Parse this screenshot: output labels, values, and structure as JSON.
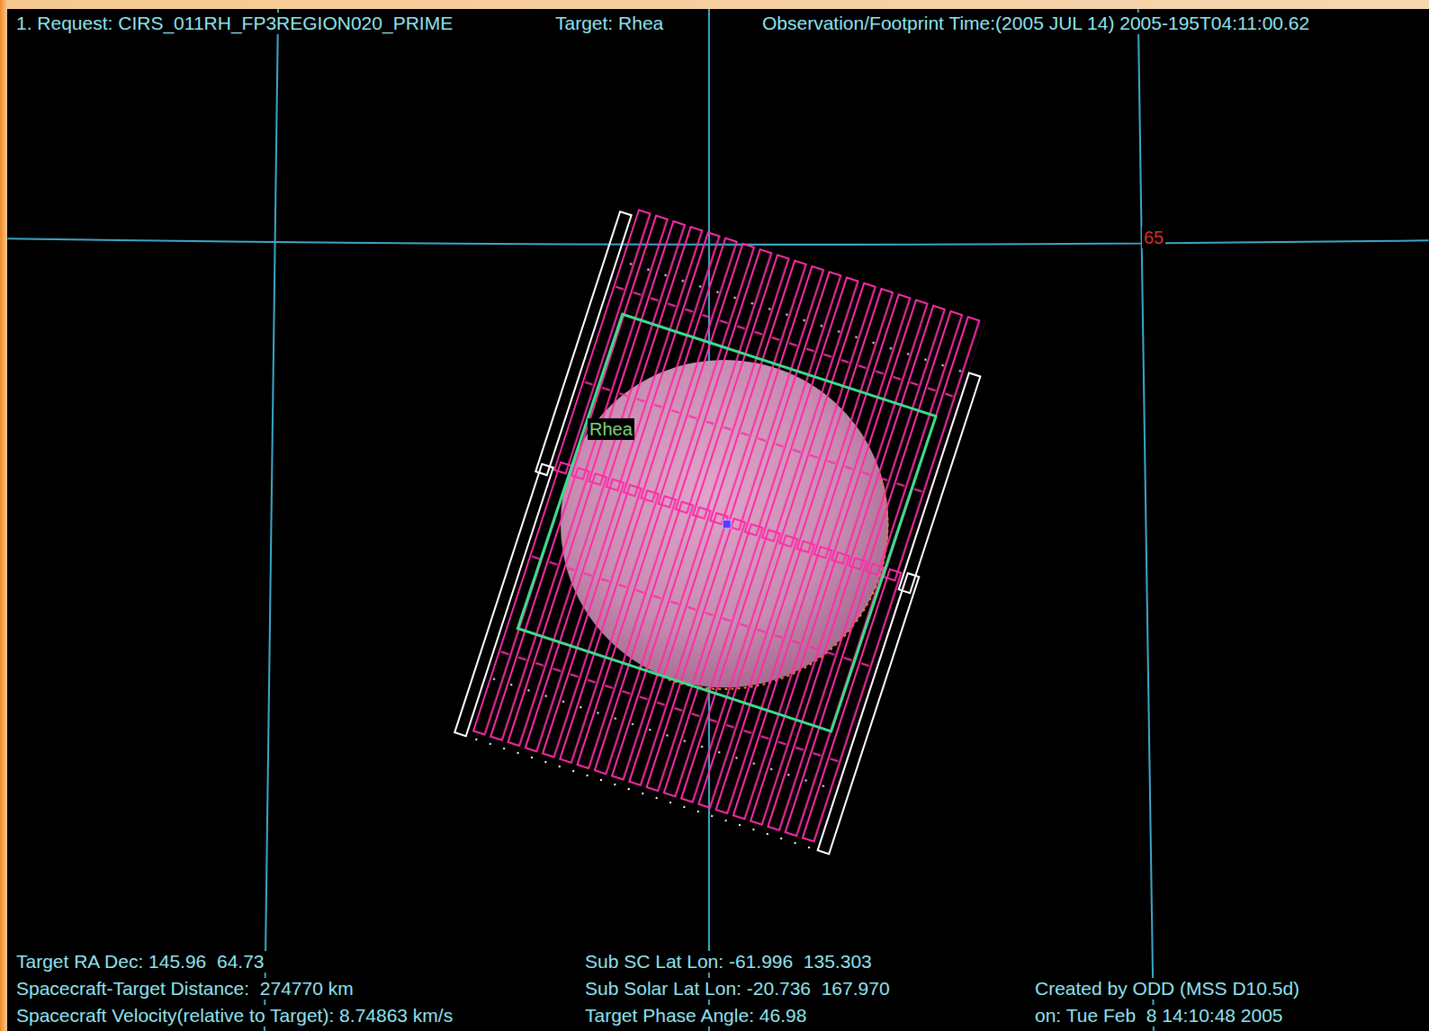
{
  "diagram": {
    "labels": [
      "1. Request: CIRS_011RH_FP3REGION020_PRIME",
      "Target: Rhea",
      "Observation/Footprint Time:(2005 JUL 14) 2005-195T04:11:00.62",
      "65",
      "Rhea",
      "Target RA Dec: 145.96  64.73",
      "Spacecraft-Target Distance:  274770 km",
      "Spacecraft Velocity(relative to Target): 8.74863 km/s",
      "Sub SC Lat Lon: -61.996  135.303",
      "Sub Solar Lat Lon: -20.736  167.970",
      "Target Phase Angle: 46.98",
      "Created by ODD (MSS D10.5d)",
      "on: Tue Feb  8 14:10:48 2005"
    ]
  }
}
